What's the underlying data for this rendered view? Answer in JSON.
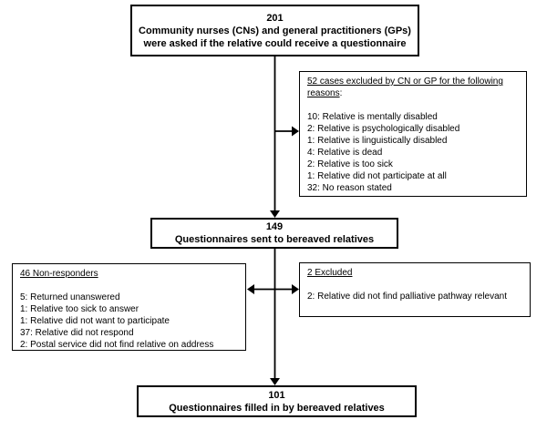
{
  "flow": {
    "asked": {
      "count": "201",
      "label": "Community nurses (CNs) and general practitioners (GPs) were asked if the relative could receive a questionnaire"
    },
    "cn_gp_exclusions": {
      "heading": "52 cases excluded by CN or GP for the following reasons",
      "heading_suffix": ":",
      "items": [
        "10: Relative is mentally disabled",
        "2: Relative is psychologically disabled",
        "1: Relative is linguistically disabled",
        "4: Relative is dead",
        "2: Relative is too sick",
        "1: Relative did not participate at all",
        "32: No reason stated"
      ]
    },
    "sent": {
      "count": "149",
      "label": "Questionnaires sent to bereaved relatives"
    },
    "non_responders": {
      "heading": "46 Non-responders",
      "items": [
        "5: Returned unanswered",
        "1: Relative too sick to answer",
        "1: Relative did not want to participate",
        "37: Relative did not respond",
        "2: Postal service did not find relative on address"
      ]
    },
    "excluded": {
      "heading": "2 Excluded",
      "items": [
        "2: Relative did not find palliative pathway relevant"
      ]
    },
    "filled": {
      "count": "101",
      "label": "Questionnaires filled in by bereaved relatives"
    }
  },
  "colors": {
    "background": "#ffffff",
    "text": "#000000",
    "line": "#000000",
    "border": "#000000"
  }
}
